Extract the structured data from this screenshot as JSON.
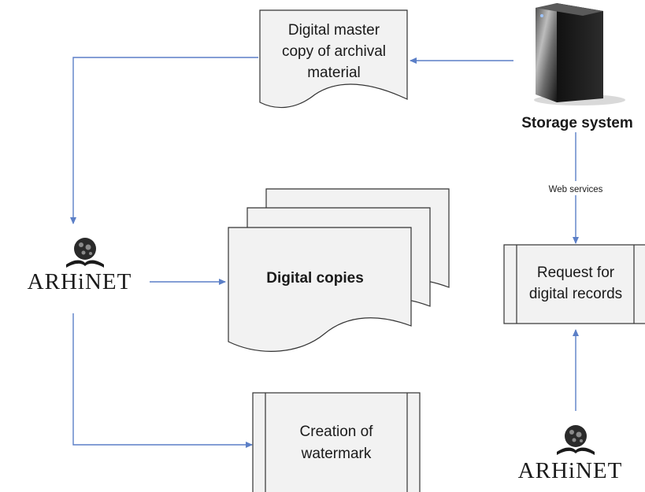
{
  "nodes": {
    "master_copy": {
      "lines": [
        "Digital master",
        "copy of archival",
        "material"
      ]
    },
    "storage": {
      "label": "Storage system"
    },
    "arhinet_left": {
      "label": "ARHiNET"
    },
    "digital_copies": {
      "label": "Digital copies"
    },
    "request": {
      "lines": [
        "Request for",
        "digital records"
      ]
    },
    "watermark": {
      "lines": [
        "Creation of",
        "watermark"
      ]
    },
    "arhinet_right": {
      "label": "ARHiNET"
    }
  },
  "edges": {
    "web_services": {
      "label": "Web services"
    }
  },
  "colors": {
    "arrow": "#5b7fc7",
    "shape_fill": "#f2f2f2",
    "shape_stroke": "#333333",
    "server_dark": "#1c1c1c"
  }
}
